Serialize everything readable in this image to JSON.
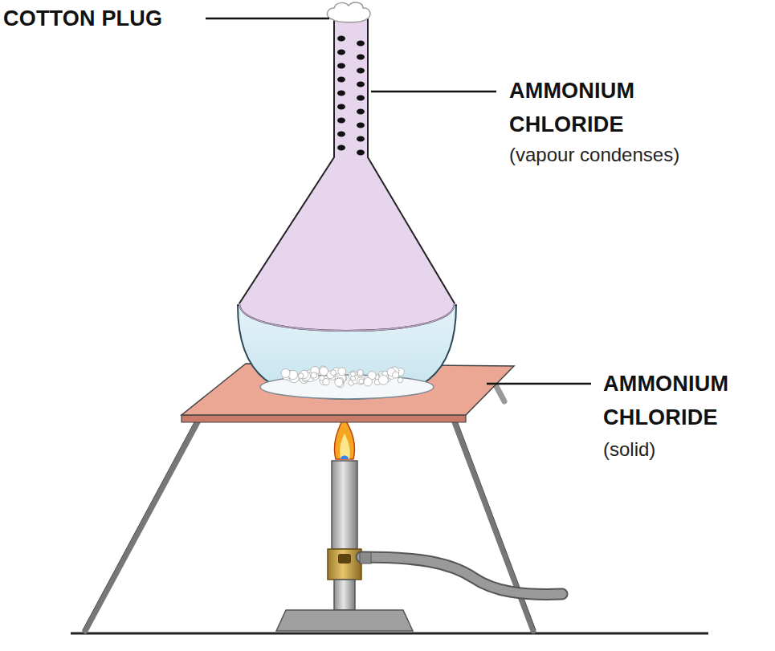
{
  "diagram": {
    "labels": [
      "COTTON PLUG",
      "AMMONIUM CHLORIDE",
      "(vapour condenses)",
      "AMMONIUM CHLORIDE",
      "(solid)"
    ]
  }
}
